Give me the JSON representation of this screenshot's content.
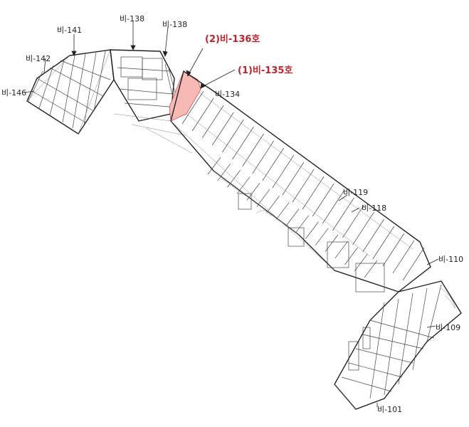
{
  "labels": {
    "l141": "비-141",
    "l138a": "비-138",
    "l138b": "비-138",
    "l142": "비-142",
    "l146": "비-146",
    "l134": "비-134",
    "l119": "비-119",
    "l118": "비-118",
    "l110": "비-110",
    "l109": "비-109",
    "l101": "비-101"
  },
  "highlights": {
    "h136": "(2)비-136호",
    "h135": "(1)비-135호"
  },
  "colors": {
    "highlight_fill": "#f6b9b4",
    "highlight_text": "#c8202a",
    "line": "#222222"
  }
}
